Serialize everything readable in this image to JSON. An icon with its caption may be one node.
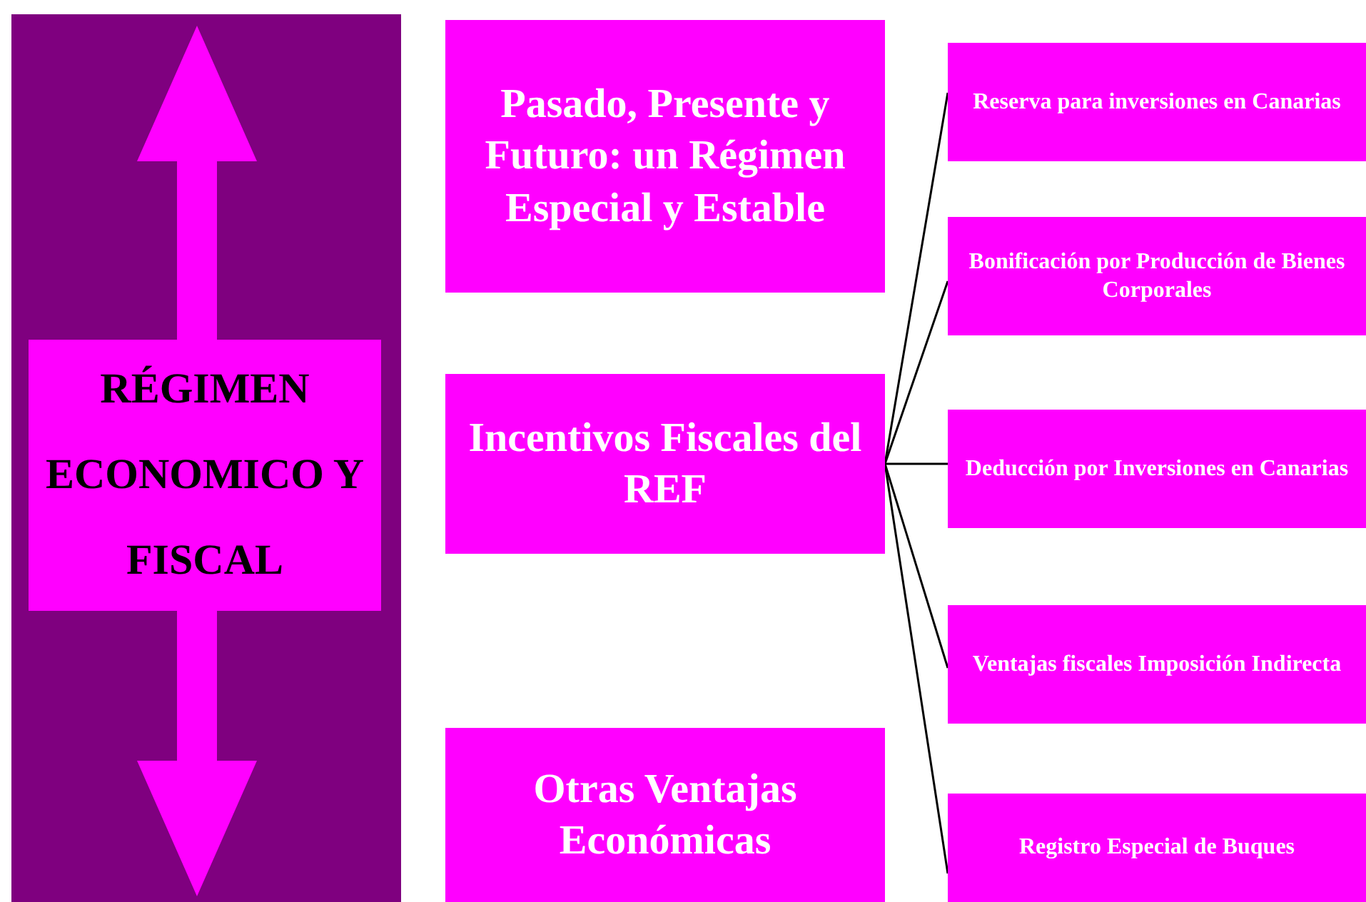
{
  "diagram": {
    "nodes": [
      {
        "text": [
          "RÉGIMEN ECONOMICO Y FISCAL"
        ]
      },
      {
        "text": [
          "Pasado, Presente y Futuro: un Régimen Especial y Estable"
        ]
      },
      {
        "text": [
          "Incentivos Fiscales del REF"
        ]
      },
      {
        "text": [
          "Otras Ventajas Económicas"
        ]
      },
      {
        "text": [
          "Reserva para inversiones en Canarias"
        ]
      },
      {
        "text": [
          "Bonificación por Producción de Bienes Corporales"
        ]
      },
      {
        "text": [
          "Deducción por Inversiones en Canarias"
        ]
      },
      {
        "text": [
          "Ventajas fiscales Imposición Indirecta"
        ]
      },
      {
        "text": [
          "Registro Especial de Buques"
        ]
      }
    ],
    "edges": [
      {
        "from": 2,
        "to": 4,
        "arrow": "none"
      },
      {
        "from": 2,
        "to": 5,
        "arrow": "none"
      },
      {
        "from": 2,
        "to": 6,
        "arrow": "none"
      },
      {
        "from": 2,
        "to": 7,
        "arrow": "none"
      },
      {
        "from": 2,
        "to": 8,
        "arrow": "none"
      }
    ]
  }
}
